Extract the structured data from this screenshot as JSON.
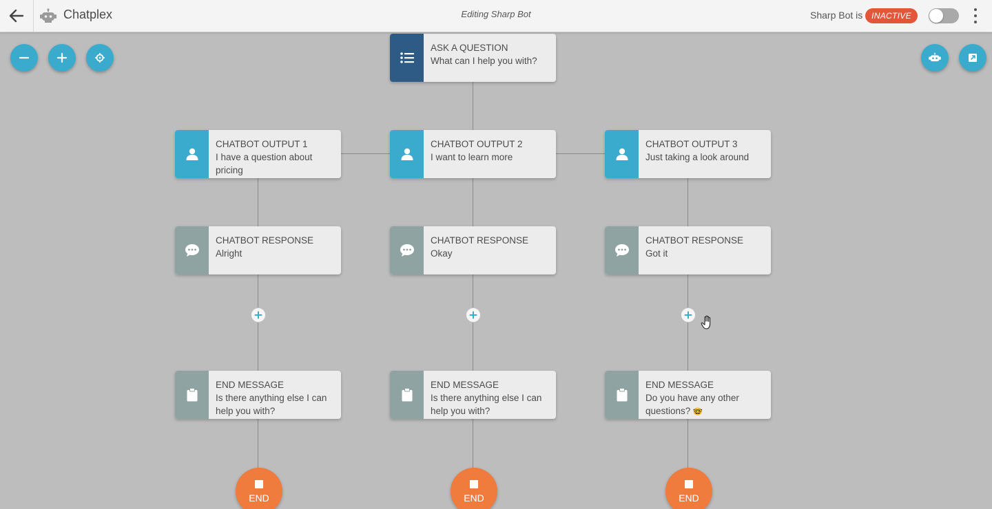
{
  "header": {
    "app_name": "Chatplex",
    "edit_title": "Editing Sharp Bot",
    "status_label": "Sharp Bot is",
    "status_badge": "INACTIVE",
    "status_color": "#e4563a"
  },
  "colors": {
    "accent": "#3aabcc",
    "question": "#2d5b86",
    "response": "#8fa3a3",
    "end": "#ef7b3c"
  },
  "icons": {
    "back": "arrow-left-icon",
    "logo": "robot-icon",
    "zoom_out": "minus-icon",
    "zoom_in": "plus-icon",
    "center": "crosshair-icon",
    "bot_preview": "robot-icon",
    "open_external": "external-link-icon",
    "question": "list-icon",
    "output": "user-icon",
    "response": "chat-bubble-icon",
    "end_message": "clipboard-icon"
  },
  "flow": {
    "question": {
      "title": "ASK A QUESTION",
      "text": "What can I help you with?"
    },
    "outputs": [
      {
        "title": "CHATBOT OUTPUT 1",
        "text": "I have a question about pricing"
      },
      {
        "title": "CHATBOT OUTPUT 2",
        "text": "I want to learn more"
      },
      {
        "title": "CHATBOT OUTPUT 3",
        "text": "Just taking a look around"
      }
    ],
    "responses": [
      {
        "title": "CHATBOT RESPONSE",
        "text": "Alright"
      },
      {
        "title": "CHATBOT RESPONSE",
        "text": "Okay"
      },
      {
        "title": "CHATBOT RESPONSE",
        "text": "Got it"
      }
    ],
    "end_messages": [
      {
        "title": "END MESSAGE",
        "text": "Is there anything else I can help you with?"
      },
      {
        "title": "END MESSAGE",
        "text": "Is there anything else I can help you with?"
      },
      {
        "title": "END MESSAGE",
        "text": "Do you have any other questions?",
        "emoji": "🤓"
      }
    ],
    "end_label": "END"
  }
}
